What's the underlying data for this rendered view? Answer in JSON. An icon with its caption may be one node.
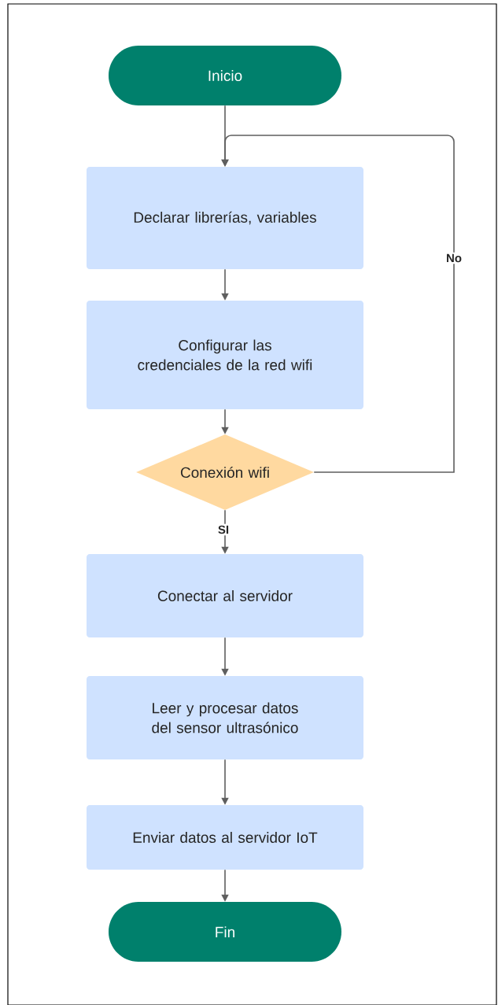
{
  "diagram": {
    "nodes": [
      {
        "text": [
          "Inicio"
        ]
      },
      {
        "text": [
          "Declarar librerías, variables"
        ]
      },
      {
        "text": [
          "Configurar las credenciales de la red wifi"
        ]
      },
      {
        "text": [
          "Conexión wifi"
        ]
      },
      {
        "text": [
          "Conectar al servidor"
        ]
      },
      {
        "text": [
          "Leer y procesar datos del sensor ultrasónico"
        ]
      },
      {
        "text": [
          "Enviar datos al servidor IoT"
        ]
      },
      {
        "text": [
          "Fin"
        ]
      }
    ],
    "edges": [
      {
        "from": 0,
        "to": 1,
        "arrow": "to"
      },
      {
        "from": 1,
        "to": 2,
        "arrow": "to"
      },
      {
        "from": 2,
        "to": 3,
        "arrow": "to"
      },
      {
        "from": 3,
        "to": 4,
        "arrow": "to",
        "label": "SI"
      },
      {
        "from": 3,
        "to": 1,
        "arrow": "to",
        "label": "No"
      },
      {
        "from": 4,
        "to": 5,
        "arrow": "to"
      },
      {
        "from": 5,
        "to": 6,
        "arrow": "to"
      },
      {
        "from": 6,
        "to": 7,
        "arrow": "to"
      }
    ]
  }
}
